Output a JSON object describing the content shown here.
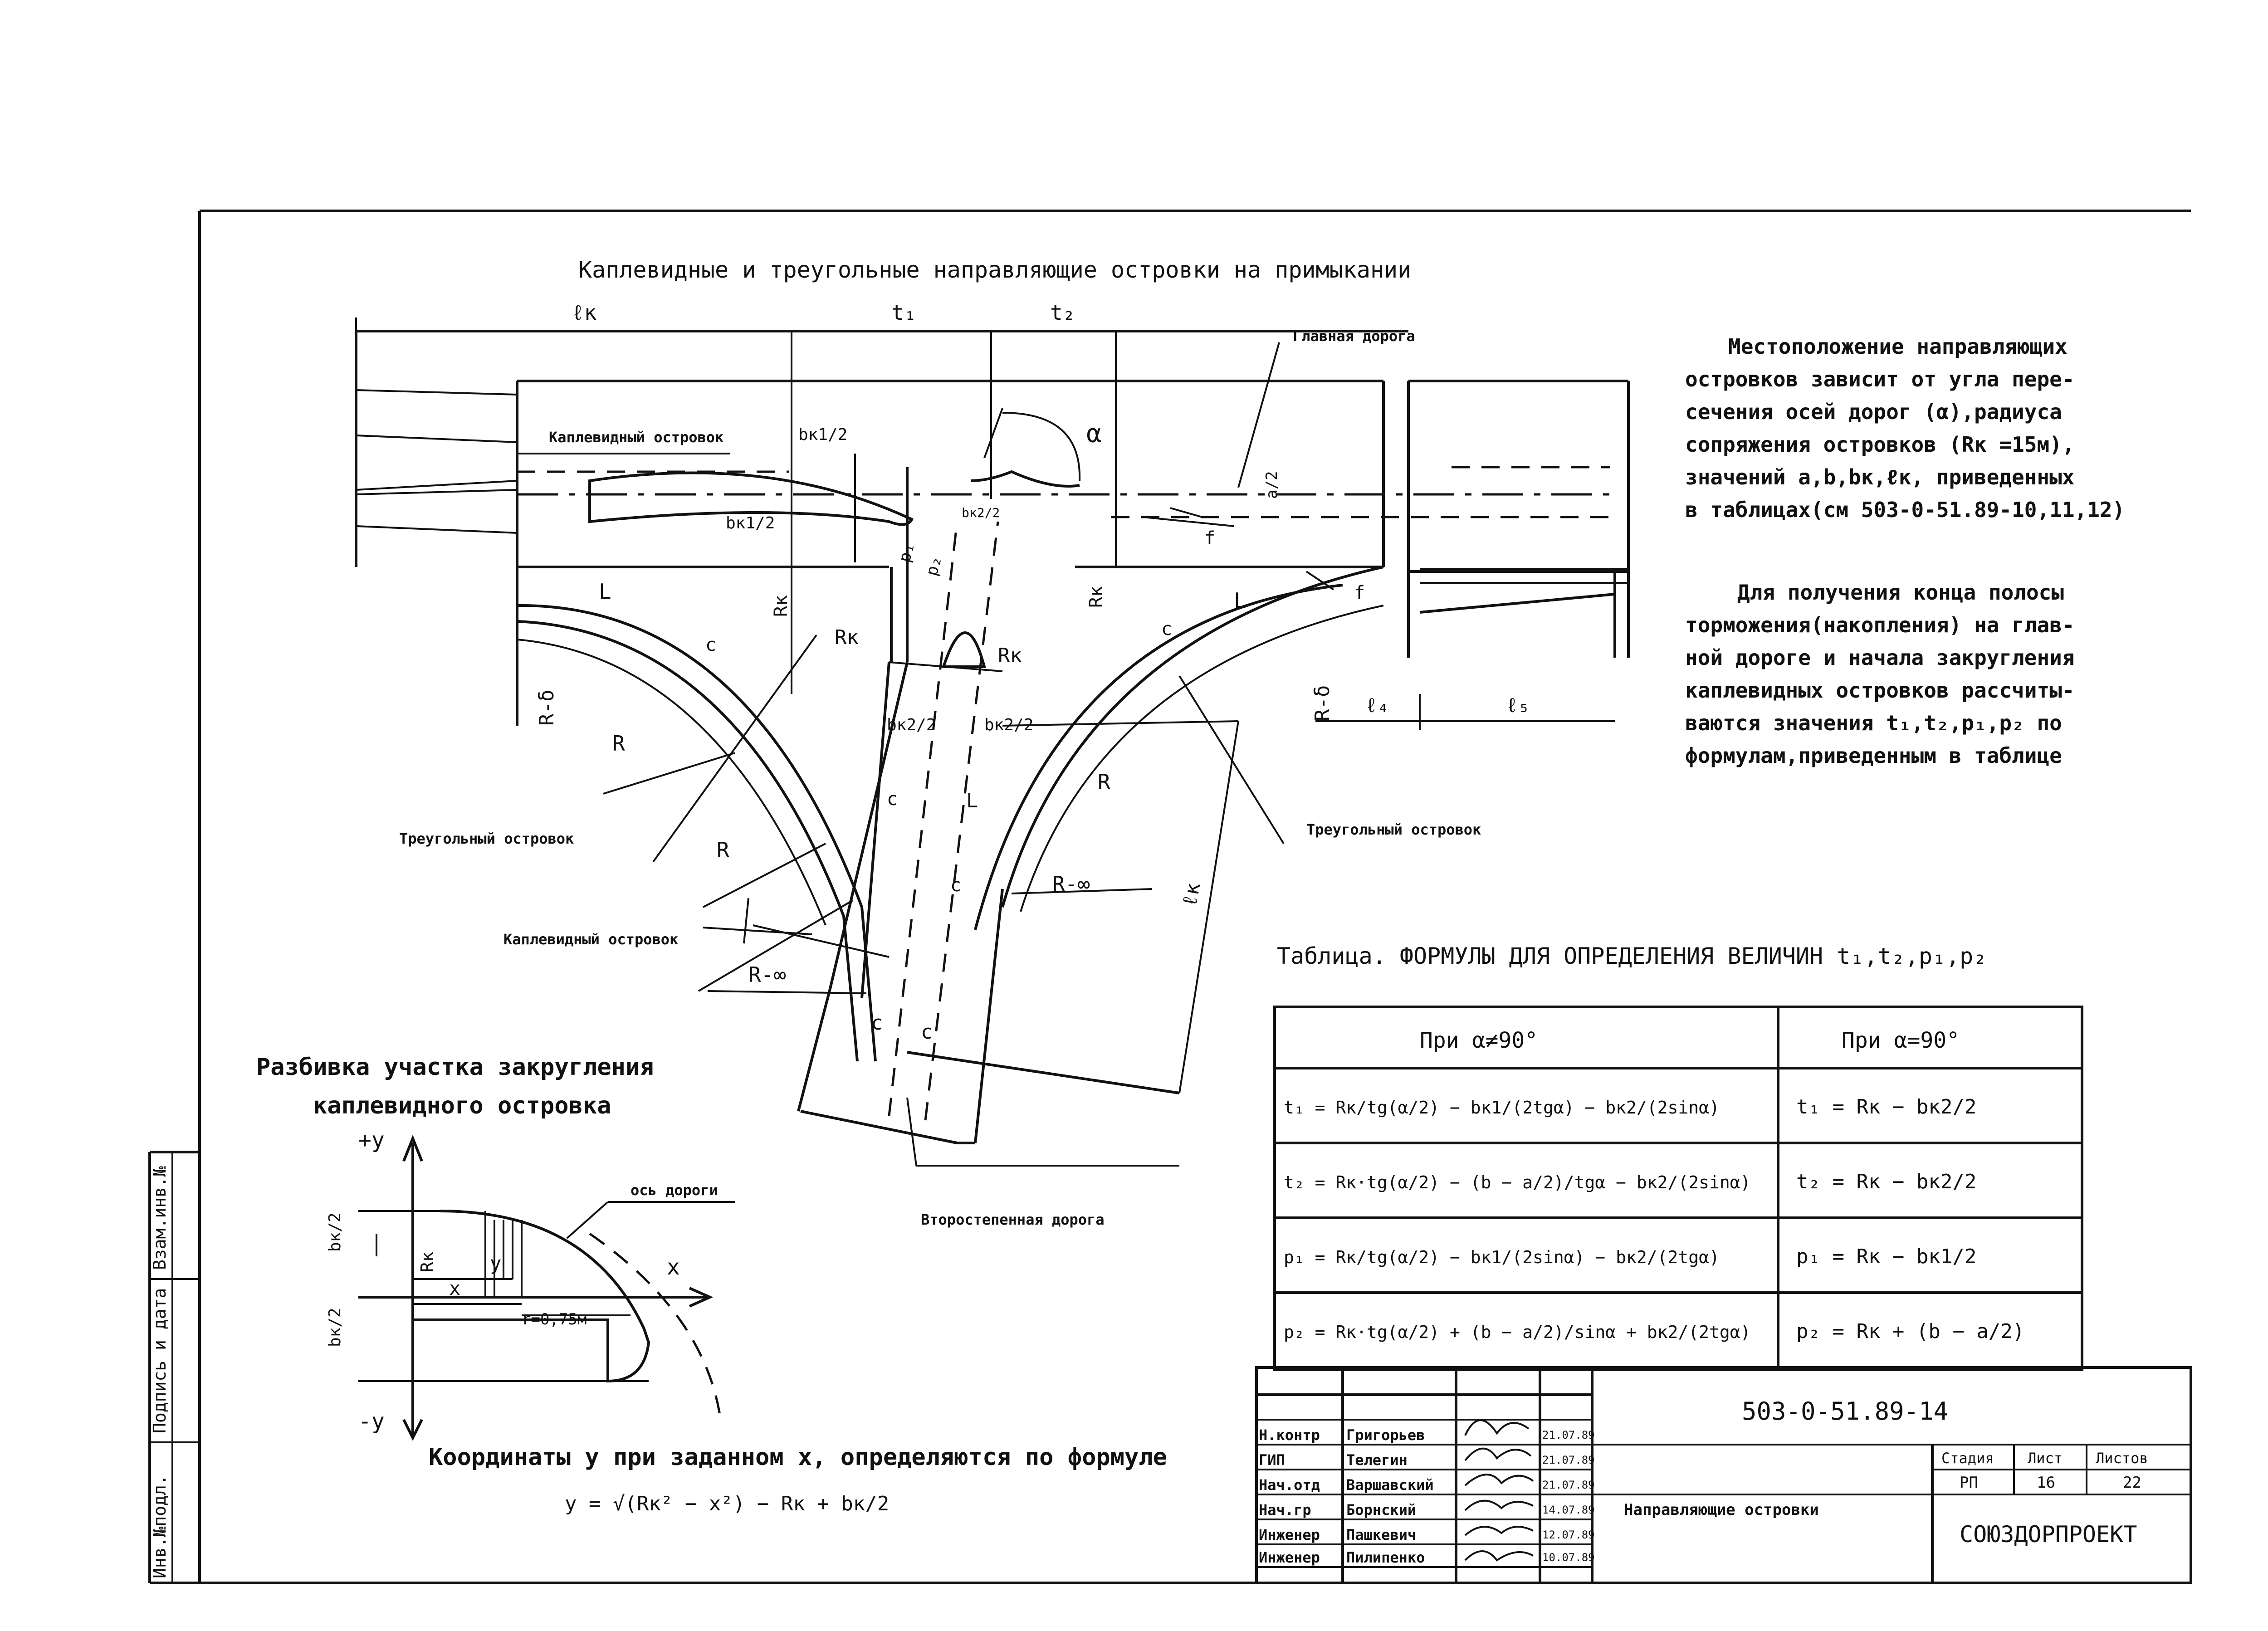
{
  "title": "Каплевидные и треугольные направляющие островки на примыкании",
  "labels": {
    "main_road": "Главная дорога",
    "drop_island_1": "Каплевидный островок",
    "drop_island_2": "Каплевидный островок",
    "tri_island_1": "Треугольный островок",
    "tri_island_2": "Треугольный островок",
    "secondary_road": "Второстепенная дорога",
    "road_axis": "ось дороги"
  },
  "dims": {
    "lk": "ℓк",
    "t1": "t₁",
    "t2": "t₂",
    "alpha": "α",
    "bk1_2a": "bк1/2",
    "bk1_2b": "bк1/2",
    "bk2_2a": "bк2/2",
    "bk2_2b": "bк2/2",
    "rk1": "Rк",
    "rk2": "Rк",
    "rk3": "Rк",
    "rk4": "Rк",
    "r_delta1": "R-δ",
    "r_delta2": "R-δ",
    "L1": "L",
    "L2": "L",
    "L3": "L",
    "c1": "c",
    "c2": "c",
    "c3": "c",
    "c4": "c",
    "c5": "c",
    "c6": "c",
    "R1": "R",
    "R2": "R",
    "R3": "R",
    "Rinf1": "R-∞",
    "Rinf2": "R-∞",
    "f1": "f",
    "f2": "f",
    "l4": "ℓ₄",
    "l5": "ℓ₅",
    "lk2": "ℓк",
    "a2": "a/2",
    "p1": "p₁",
    "p2": "p₂",
    "bk2_2small": "bк2/2"
  },
  "description": {
    "para1": [
      "Местоположение направляющих",
      "островков зависит от угла пере-",
      "сечения осей дорог (α),радиуса",
      "сопряжения островков (Rк =15м),",
      "значений a,b,bк,ℓк, приведенных",
      "в таблицах(см 503-0-51.89-10,11,12)"
    ],
    "para2": [
      "Для получения конца полосы",
      "торможения(накопления) на глав-",
      "ной дороге и начала закругления",
      "каплевидных островков рассчиты-",
      "ваются значения t₁,t₂,p₁,p₂ по",
      "формулам,приведенным в таблице"
    ]
  },
  "table": {
    "caption": "Таблица.  ФОРМУЛЫ ДЛЯ ОПРЕДЕЛЕНИЯ ВЕЛИЧИН t₁,t₂,p₁,p₂",
    "headers": [
      "При α≠90°",
      "При α=90°"
    ],
    "rows": [
      {
        "left": "t₁ = Rк/tg(α/2) − bк1/(2tgα) − bк2/(2sinα)",
        "right": "t₁ = Rк − bк2/2"
      },
      {
        "left": "t₂ = Rк·tg(α/2) − (b − a/2)/tgα − bк2/(2sinα)",
        "right": "t₂ = Rк − bк2/2"
      },
      {
        "left": "p₁ = Rк/tg(α/2) − bк1/(2sinα) − bк2/(2tgα)",
        "right": "p₁ = Rк − bк1/2"
      },
      {
        "left": "p₂ = Rк·tg(α/2) + (b − a/2)/sinα + bк2/(2tgα)",
        "right": "p₂ = Rк + (b − a/2)"
      }
    ]
  },
  "detail": {
    "title_l1": "Разбивка участка закругления",
    "title_l2": "каплевидного островка",
    "y_pos": "+y",
    "y_neg": "-y",
    "x": "x",
    "x_small": "x",
    "y_small": "y",
    "rk": "Rк",
    "bk2_top": "bк/2",
    "bk2_bot": "bк/2",
    "r075": "r=0,75м"
  },
  "formula": {
    "caption": "Координаты y при заданном x, определяются по формуле",
    "expr": "y = √(Rк² − x²) − Rк + bк/2"
  },
  "stamp_side": [
    "Инв.№подл.",
    "Подпись и дата",
    "Взам.инв.№"
  ],
  "stamp": {
    "doc_code": "503-0-51.89-14",
    "sheet_title": "Направляющие островки",
    "org": "СОЮЗДОРПРОЕКТ",
    "stage_head": "Стадия",
    "sheet_head": "Лист",
    "sheets_head": "Листов",
    "stage": "РП",
    "sheet": "16",
    "sheets": "22",
    "people": [
      {
        "role": "Н.контр",
        "name": "Григорьев",
        "date": "21.07.89"
      },
      {
        "role": "ГИП",
        "name": "Телегин",
        "date": "21.07.89"
      },
      {
        "role": "Нач.отд",
        "name": "Варшавский",
        "date": "21.07.89"
      },
      {
        "role": "Нач.гр",
        "name": "Борнский",
        "date": "14.07.89"
      },
      {
        "role": "Инженер",
        "name": "Пашкевич",
        "date": "12.07.89"
      },
      {
        "role": "Инженер",
        "name": "Пилипенко",
        "date": "10.07.89"
      }
    ]
  }
}
